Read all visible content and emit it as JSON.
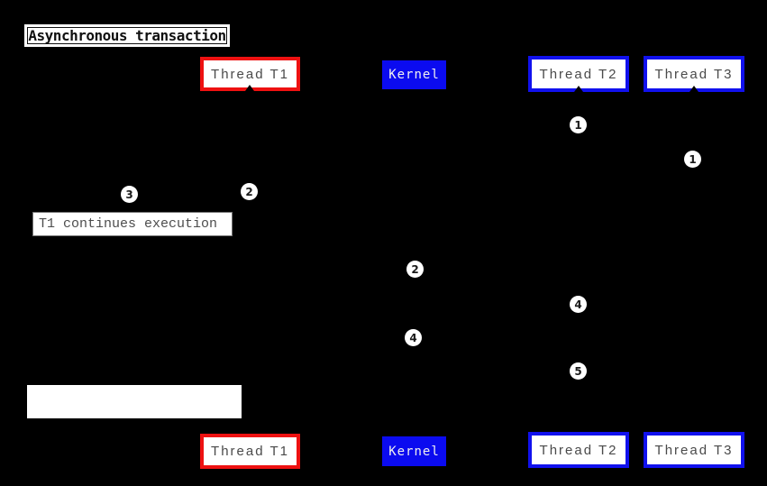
{
  "title": {
    "text": "Asynchronous transaction"
  },
  "actors": {
    "thread_t1": "Thread T1",
    "kernel": "Kernel",
    "thread_t2": "Thread T2",
    "thread_t3": "Thread T3"
  },
  "note": {
    "text": "T1 continues execution"
  },
  "blank_box": {
    "text": ""
  },
  "markers": {
    "t2_1": "1",
    "t3_1": "1",
    "t1_3": "3",
    "t1_2": "2",
    "kernel_2": "2",
    "t2_4": "4",
    "kernel_4": "4",
    "t2_5": "5"
  },
  "colors": {
    "background": "#000000",
    "t1_border": "#ee1111",
    "t2_t3_border": "#1111ee",
    "kernel_fill": "#0b0bf0",
    "actor_text": "#4a4a4a",
    "kernel_text": "#f0f0f0",
    "note_border": "#777777",
    "note_text": "#4d4d4d",
    "box_fill": "#ffffff"
  }
}
